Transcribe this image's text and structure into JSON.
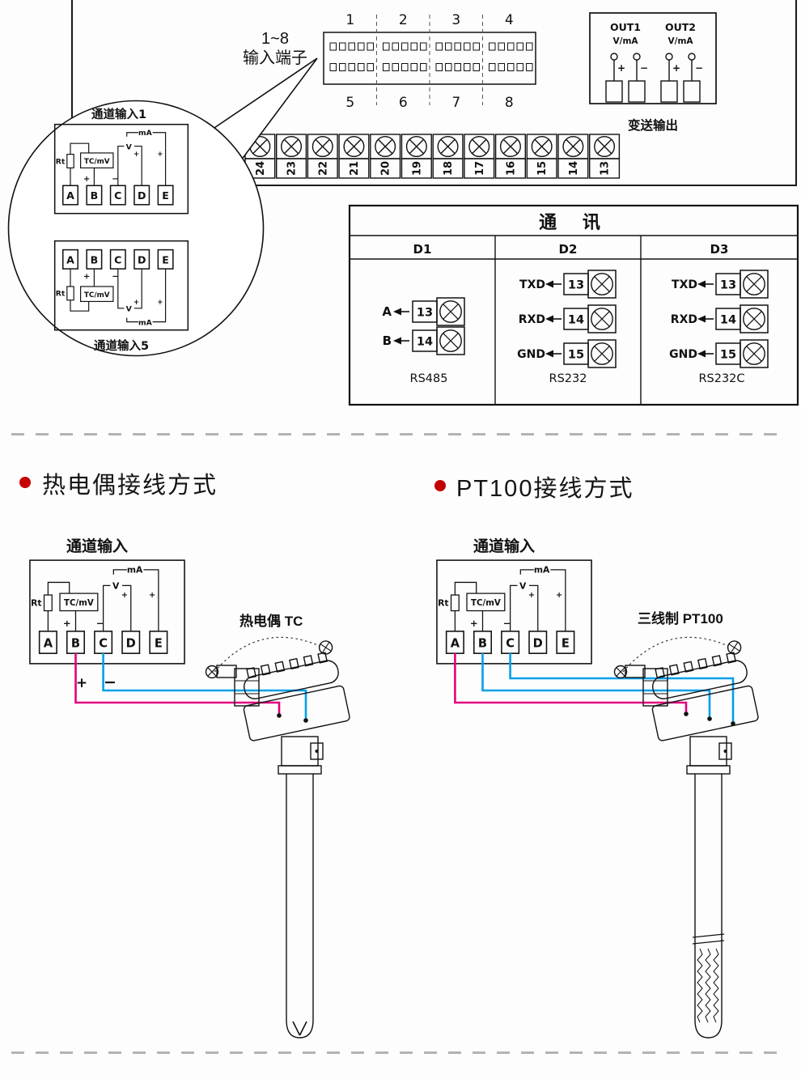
{
  "panel": {
    "input_label_line1": "1~8",
    "input_label_line2": "输入端子",
    "connector": {
      "top": [
        "1",
        "2",
        "3",
        "4"
      ],
      "bottom": [
        "5",
        "6",
        "7",
        "8"
      ]
    },
    "out": {
      "out1": "OUT1",
      "out2": "OUT2",
      "vma": "V/mA",
      "plus": "+",
      "minus": "−",
      "caption": "变送输出"
    },
    "strip": [
      "24",
      "23",
      "22",
      "21",
      "20",
      "19",
      "18",
      "17",
      "16",
      "15",
      "14",
      "13"
    ]
  },
  "callout": {
    "channel1": "通道输入1",
    "channel5": "通道输入5"
  },
  "input_box": {
    "ma": "mA",
    "v": "V",
    "tcmv": "TC/mV",
    "rt": "Rt",
    "plus": "+",
    "minus": "−",
    "t": [
      "A",
      "B",
      "C",
      "D",
      "E"
    ]
  },
  "comm": {
    "title": "通 讯",
    "d1": {
      "header": "D1",
      "rows": [
        {
          "s": "A",
          "n": "13"
        },
        {
          "s": "B",
          "n": "14"
        }
      ],
      "type": "RS485"
    },
    "d2": {
      "header": "D2",
      "rows": [
        {
          "s": "TXD",
          "n": "13"
        },
        {
          "s": "RXD",
          "n": "14"
        },
        {
          "s": "GND",
          "n": "15"
        }
      ],
      "type": "RS232"
    },
    "d3": {
      "header": "D3",
      "rows": [
        {
          "s": "TXD",
          "n": "13"
        },
        {
          "s": "RXD",
          "n": "14"
        },
        {
          "s": "GND",
          "n": "15"
        }
      ],
      "type": "RS232C"
    }
  },
  "tc_section": {
    "title": "热电偶接线方式",
    "channel": "通道输入",
    "probe": "热电偶 TC",
    "plus": "+",
    "minus": "−"
  },
  "pt_section": {
    "title": "PT100接线方式",
    "channel": "通道输入",
    "probe": "三线制 PT100"
  },
  "colors": {
    "wire_pink": "#e4007f",
    "wire_blue": "#00a0e9",
    "bullet": "#c40000"
  }
}
